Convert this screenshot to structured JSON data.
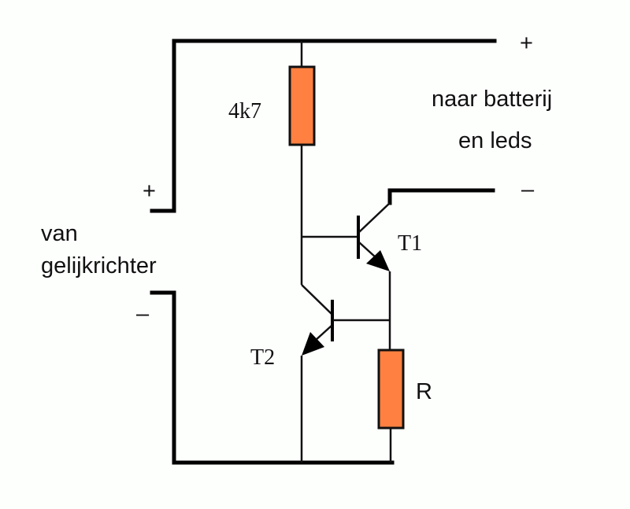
{
  "diagram": {
    "title": "Transistor current limiter circuit",
    "labels": {
      "resistor_top": "4k7",
      "resistor_bottom": "R",
      "transistor_1": "T1",
      "transistor_2": "T2",
      "output_plus": "+",
      "output_minus": "–",
      "output_line1": "naar batterij",
      "output_line2": "en leds",
      "input_plus": "+",
      "input_minus": "–",
      "input_line1": "van",
      "input_line2": "gelijkrichter"
    },
    "colors": {
      "resistor_fill": "#ff8040",
      "wire": "#000000",
      "background": "#fdfffd"
    },
    "components": [
      {
        "id": "R1",
        "type": "resistor",
        "value": "4k7"
      },
      {
        "id": "R",
        "type": "resistor",
        "value": "R"
      },
      {
        "id": "T1",
        "type": "npn-transistor"
      },
      {
        "id": "T2",
        "type": "npn-transistor"
      }
    ]
  }
}
